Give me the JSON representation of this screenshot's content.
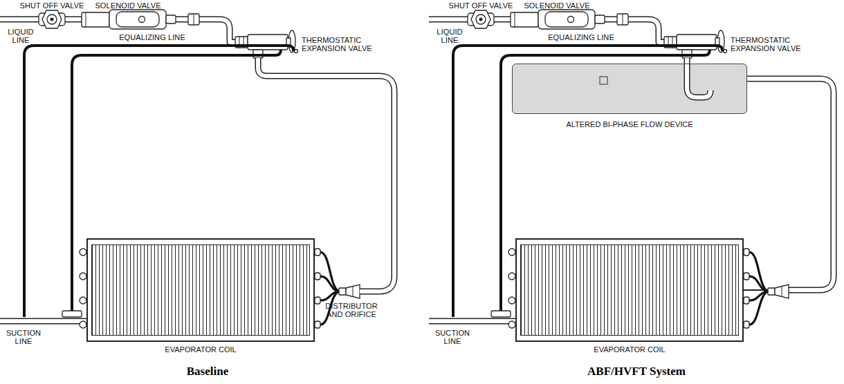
{
  "diagram": {
    "nodes": [
      {
        "text": [
          "EVAPORATOR COIL"
        ]
      },
      {
        "text": [
          "ALTERED BI-PHASE FLOW DEVICE"
        ]
      },
      {
        "text": [
          "EVAPORATOR COIL"
        ]
      }
    ],
    "edges": [
      {
        "from": 1,
        "to": 2,
        "arrow": "none"
      }
    ],
    "labels": [
      "SHUT OFF VALVE",
      "SOLENOID VALVE",
      "LIQUID LINE",
      "EQUALIZING LINE",
      "THERMOSTATIC EXPANSION VALVE",
      "SUCTION LINE",
      "DISTRIBUTOR AND ORIFICE",
      "Baseline",
      "SHUT OFF VALVE",
      "SOLENOID VALVE",
      "LIQUID LINE",
      "EQUALIZING LINE",
      "THERMOSTATIC EXPANSION VALVE",
      "SUCTION LINE",
      "ABF/HVFT System"
    ]
  }
}
